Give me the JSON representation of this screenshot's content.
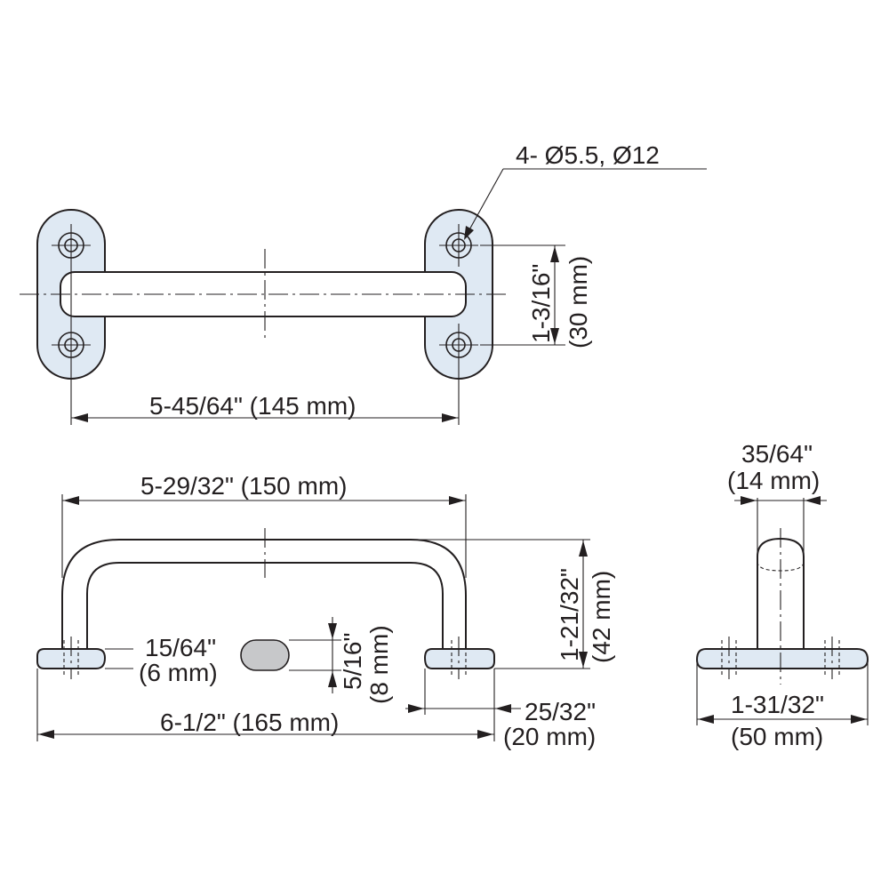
{
  "colors": {
    "line": "#231f20",
    "plate_fill": "#dfe9f3",
    "slot_fill": "#c7c8ca",
    "background": "#ffffff"
  },
  "top_view": {
    "hole_callout": "4- Ø5.5, Ø12",
    "hole_spacing": {
      "imperial": "1-3/16\"",
      "metric": "(30 mm)"
    },
    "hole_pitch_label": "5-45/64\" (145 mm)"
  },
  "front_view": {
    "overall_span_label": "5-29/32\" (150 mm)",
    "height": {
      "imperial": "1-21/32\"",
      "metric": "(42 mm)"
    },
    "plate_thickness": {
      "imperial": "15/64\"",
      "metric": "(6 mm)"
    },
    "slot": {
      "imperial": "5/16\"",
      "metric": "(8 mm)"
    },
    "overall_length_label": "6-1/2\" (165 mm)",
    "foot_width": {
      "imperial": "25/32\"",
      "metric": "(20 mm)"
    }
  },
  "side_view": {
    "grip_width": {
      "imperial": "35/64\"",
      "metric": "(14 mm)"
    },
    "base_width": {
      "imperial": "1-31/32\"",
      "metric": "(50 mm)"
    }
  }
}
